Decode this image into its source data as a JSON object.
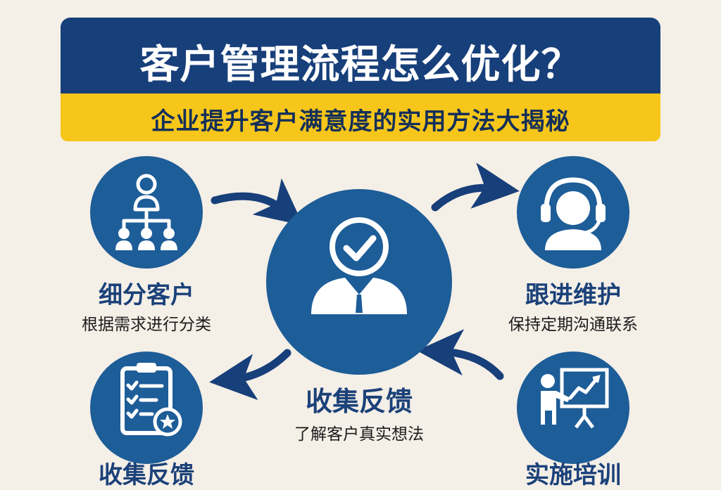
{
  "header": {
    "title": "客户管理流程怎么优化？",
    "subtitle": "企业提升客户满意度的实用方法大揭秘"
  },
  "steps": {
    "segment": {
      "title": "细分客户",
      "desc": "根据需求进行分类",
      "icon": "org-chart-icon"
    },
    "follow": {
      "title": "跟进维护",
      "desc": "保持定期沟通联系",
      "icon": "headset-icon"
    },
    "center": {
      "title": "收集反馈",
      "desc": "了解客户真实想法",
      "icon": "user-check-icon"
    },
    "feedback": {
      "title": "收集反馈",
      "icon": "checklist-star-icon"
    },
    "train": {
      "title": "实施培训",
      "icon": "presentation-chart-icon"
    }
  },
  "colors": {
    "navy": "#173f7a",
    "circle_blue": "#1d5d98",
    "accent_yellow": "#f6c61a",
    "background": "#f4efe7"
  }
}
